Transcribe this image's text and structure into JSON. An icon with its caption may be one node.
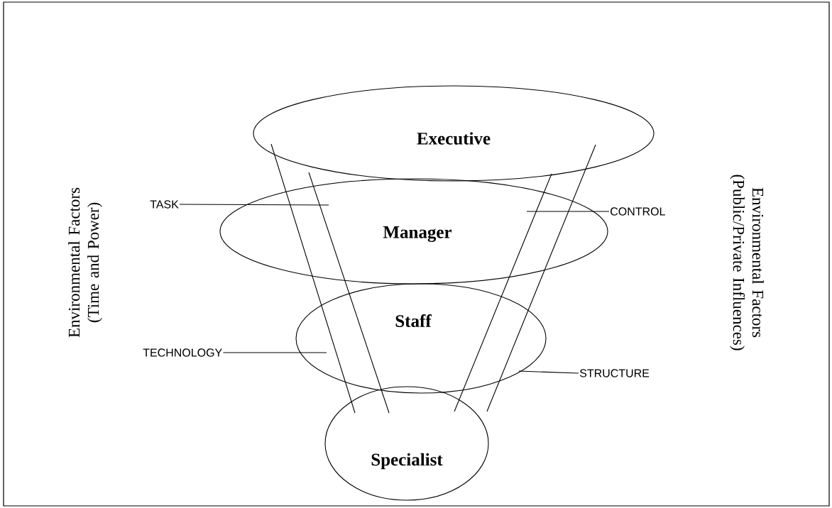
{
  "diagram": {
    "nodes": [
      {
        "text": [
          "Executive"
        ]
      },
      {
        "text": [
          "Manager"
        ]
      },
      {
        "text": [
          "Staff"
        ]
      },
      {
        "text": [
          "Specialist"
        ]
      },
      {
        "text": [
          "TASK"
        ]
      },
      {
        "text": [
          "CONTROL"
        ]
      },
      {
        "text": [
          "TECHNOLOGY"
        ]
      },
      {
        "text": [
          "STRUCTURE"
        ]
      }
    ],
    "edges": [
      {
        "from": 4,
        "to": 1,
        "arrow": "none"
      },
      {
        "from": 5,
        "to": 1,
        "arrow": "none"
      },
      {
        "from": 6,
        "to": 2,
        "arrow": "none"
      },
      {
        "from": 7,
        "to": 2,
        "arrow": "none"
      }
    ],
    "labels": [
      "Environmental Factors (Time and Power)",
      "Environmental Factors (Public/Private Influences)"
    ]
  }
}
